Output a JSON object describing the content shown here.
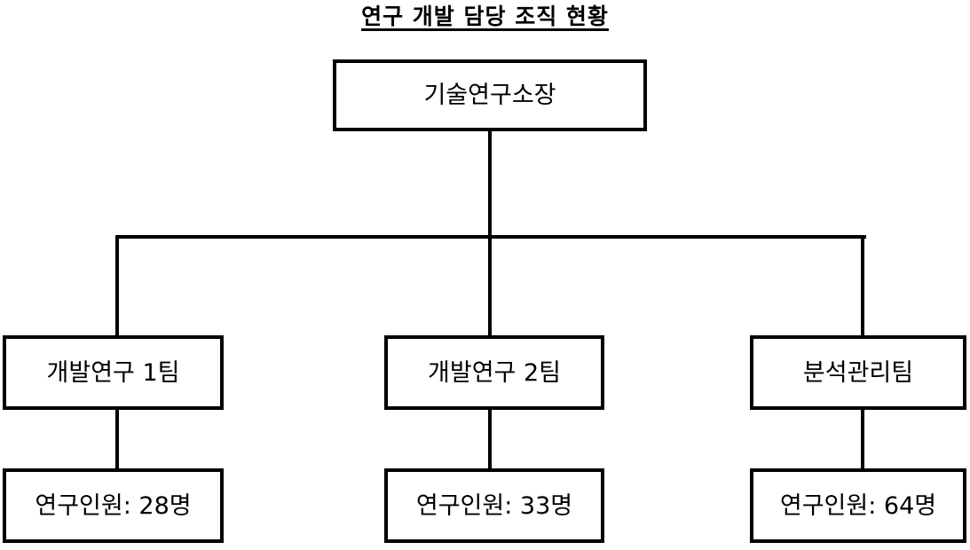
{
  "chart": {
    "title": "연구 개발 담당 조직 현황",
    "type": "org-chart",
    "root": {
      "label": "기술연구소장"
    },
    "teams": [
      {
        "label": "개발연구 1팀",
        "headcount_label": "연구인원: 28명",
        "headcount": 28
      },
      {
        "label": "개발연구 2팀",
        "headcount_label": "연구인원: 33명",
        "headcount": 33
      },
      {
        "label": "분석관리팀",
        "headcount_label": "연구인원: 64명",
        "headcount": 64
      }
    ],
    "colors": {
      "line": "#000000",
      "text": "#000000",
      "background": "#ffffff"
    }
  }
}
